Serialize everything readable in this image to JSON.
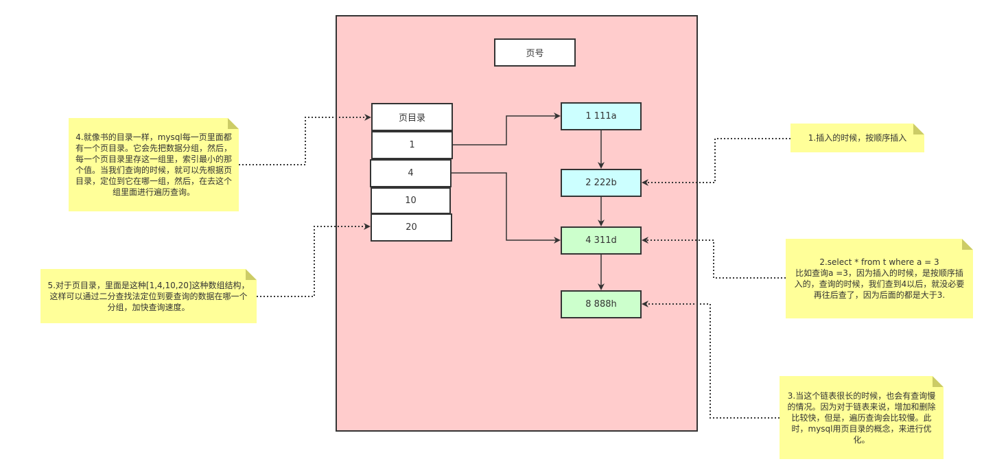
{
  "page": {
    "header": "页号",
    "directory": {
      "title": "页目录",
      "slots": [
        "1",
        "4",
        "10",
        "20"
      ]
    },
    "records": [
      "1 111a",
      "2 222b",
      "4 311d",
      "8 888h"
    ]
  },
  "notes": {
    "n1": "1.插入的时候，按顺序插入",
    "n2": "2.select * from t where a = 3\n比如查询a =3，因为插入的时候，是按顺序插入的，查询的时候，我们查到4以后，就没必要再往后查了，因为后面的都是大于3.",
    "n3": "3.当这个链表很长的时候，也会有查询慢的情况。因为对于链表来说，增加和删除比较快，但是，遍历查询会比较慢。此时，mysql用页目录的概念，来进行优化。",
    "n4": "4.就像书的目录一样，mysql每一页里面都有一个页目录。它会先把数据分组，然后，每一个页目录里存这一组里，索引最小的那个值。当我们查询的时候，就可以先根据页目录，定位到它在哪一组，然后，在去这个组里面进行遍历查询。",
    "n5": "5.对于页目录，里面是这种[1,4,10,20]这种数组结构，这样可以通过二分查找法定位到要查询的数据在哪一个分组，加快查询速度。"
  },
  "colors": {
    "page_fill": "#ffcccc",
    "record_blue": "#ccffff",
    "record_green": "#ccffcc",
    "note_fill": "#ffff99",
    "stroke": "#333333"
  }
}
